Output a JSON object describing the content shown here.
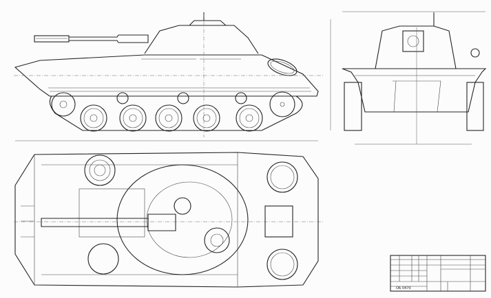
{
  "drawing": {
    "views": [
      "side-view",
      "front-view",
      "top-view"
    ],
    "title_block": {
      "document_code": "ОБ 0470"
    }
  }
}
